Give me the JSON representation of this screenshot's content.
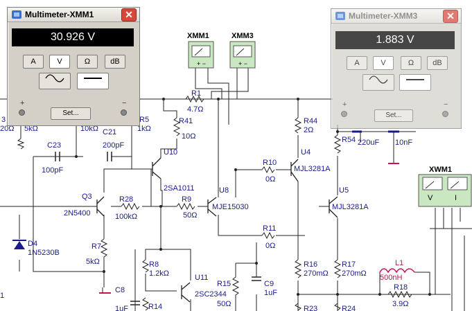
{
  "meter1": {
    "title": "Multimeter-XMM1",
    "close": "✕",
    "reading": "30.926 V",
    "buttons": [
      "A",
      "V",
      "Ω",
      "dB"
    ],
    "active_unit": "V",
    "set_label": "Set...",
    "plus": "+",
    "minus": "−",
    "waveform_icons": [
      "ac-wave-icon",
      "dc-line-icon"
    ]
  },
  "meter3": {
    "title": "Multimeter-XMM3",
    "close": "✕",
    "reading": "1.883 V",
    "buttons": [
      "A",
      "V",
      "Ω",
      "dB"
    ],
    "active_unit": "V",
    "set_label": "Set...",
    "plus": "+",
    "minus": "−"
  },
  "instruments": {
    "xmm1": "XMM1",
    "xmm3": "XMM3",
    "xwm1": "XWM1",
    "xwm1_v": "V",
    "xwm1_i": "I"
  },
  "components": {
    "r1": "R1",
    "r1_val": "4.7Ω",
    "r41": "R41",
    "r41_val": "10Ω",
    "u10": "U10",
    "u10_part": "2SA1011",
    "c21": "C21",
    "c21_val": "200pF",
    "r5": "R5",
    "r5_val": "1kΩ",
    "c23": "C23",
    "c23_val": "100pF",
    "r_top1_val": "20Ω",
    "r_top2_val": "5kΩ",
    "r_top3_val": "10kΩ",
    "q3": "Q3",
    "q3_part": "2N5400",
    "r28": "R28",
    "r28_val": "100kΩ",
    "r9": "R9",
    "r9_val": "50Ω",
    "u8": "U8",
    "u8_part": "MJE15030",
    "d4": "D4",
    "d4_part": "1N5230B",
    "r7": "R7",
    "r7_val": "5kΩ",
    "r8": "R8",
    "r8_val": "1.2kΩ",
    "u11": "U11",
    "u11_part": "2SC2344",
    "c8": "C8",
    "c8_val": "1uF",
    "r14": "R14",
    "r15": "R15",
    "r15_val": "50Ω",
    "c9": "C9",
    "c9_val": "1uF",
    "r10": "R10",
    "r10_val": "0Ω",
    "r11": "R11",
    "r11_val": "0Ω",
    "r44": "R44",
    "r44_val": "2Ω",
    "u4": "U4",
    "u4_part": "MJL3281A",
    "u5": "U5",
    "u5_part": "MJL3281A",
    "r54": "R54",
    "r54_val": "220uF",
    "c_10nf": "10nF",
    "r16": "R16",
    "r16_val": "270mΩ",
    "r17": "R17",
    "r17_val": "270mΩ",
    "l1": "L1",
    "l1_val": "500nH",
    "r18": "R18",
    "r18_val": "3.9Ω",
    "r23": "R23",
    "r24": "R24",
    "edge_3": "3",
    "edge_1": "1"
  }
}
